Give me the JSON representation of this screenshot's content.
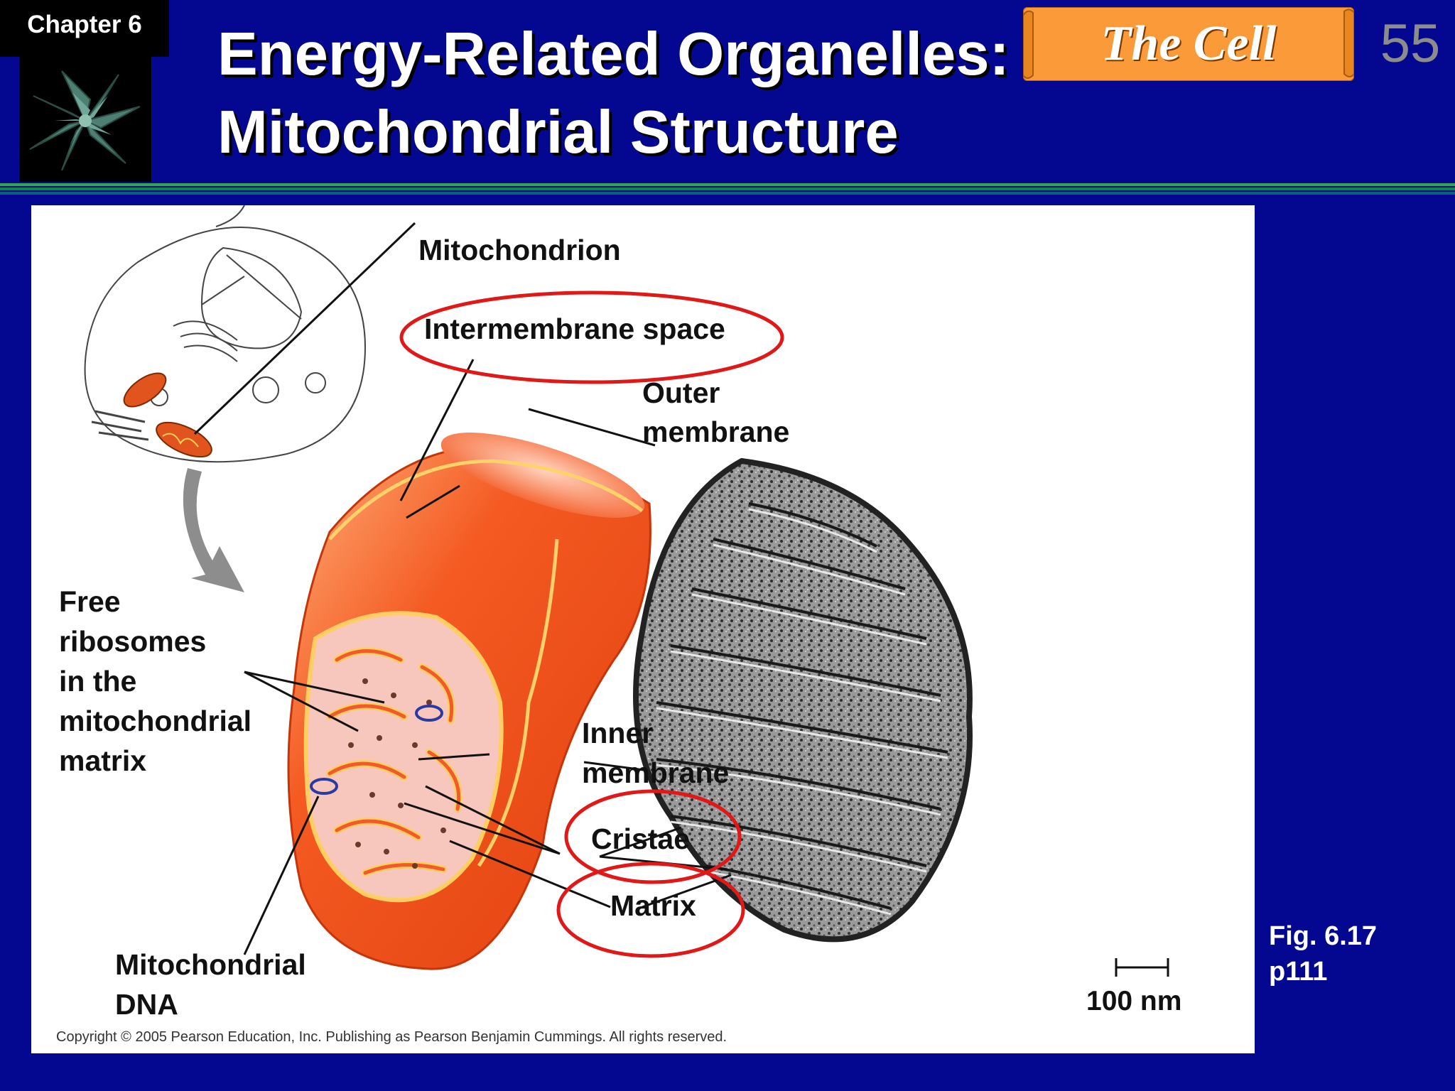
{
  "header": {
    "chapter_label": "Chapter 6",
    "title_line1": "Energy-Related Organelles:",
    "title_line2": "Mitochondrial Structure",
    "banner_label": "The Cell",
    "page_number": "55"
  },
  "icons": {
    "chapter_thumbnail": "succulent-plant-icon",
    "banner_shape": "scroll-icon"
  },
  "colors": {
    "background": "#04078f",
    "banner": "#fa9a39",
    "rule_green": "#2fa84a",
    "highlight_ring": "#e01818",
    "mitochondrion": "#f2521c"
  },
  "figure": {
    "labels": {
      "mitochondrion": "Mitochondrion",
      "intermembrane_space": "Intermembrane space",
      "outer_membrane_1": "Outer",
      "outer_membrane_2": "membrane",
      "free_ribosomes_1": "Free",
      "free_ribosomes_2": "ribosomes",
      "free_ribosomes_3": "in the",
      "free_ribosomes_4": "mitochondrial",
      "free_ribosomes_5": "matrix",
      "inner_membrane_1": "Inner",
      "inner_membrane_2": "membrane",
      "cristae": "Cristae",
      "matrix": "Matrix",
      "mito_dna_1": "Mitochondrial",
      "mito_dna_2": "DNA",
      "scale_bar": "100 nm"
    },
    "copyright": "Copyright © 2005 Pearson Education, Inc. Publishing as Pearson Benjamin Cummings. All rights reserved.",
    "highlighted": [
      "Intermembrane space",
      "Cristae",
      "Matrix"
    ]
  },
  "figure_reference": {
    "line1": "Fig. 6.17",
    "line2": "p111"
  }
}
